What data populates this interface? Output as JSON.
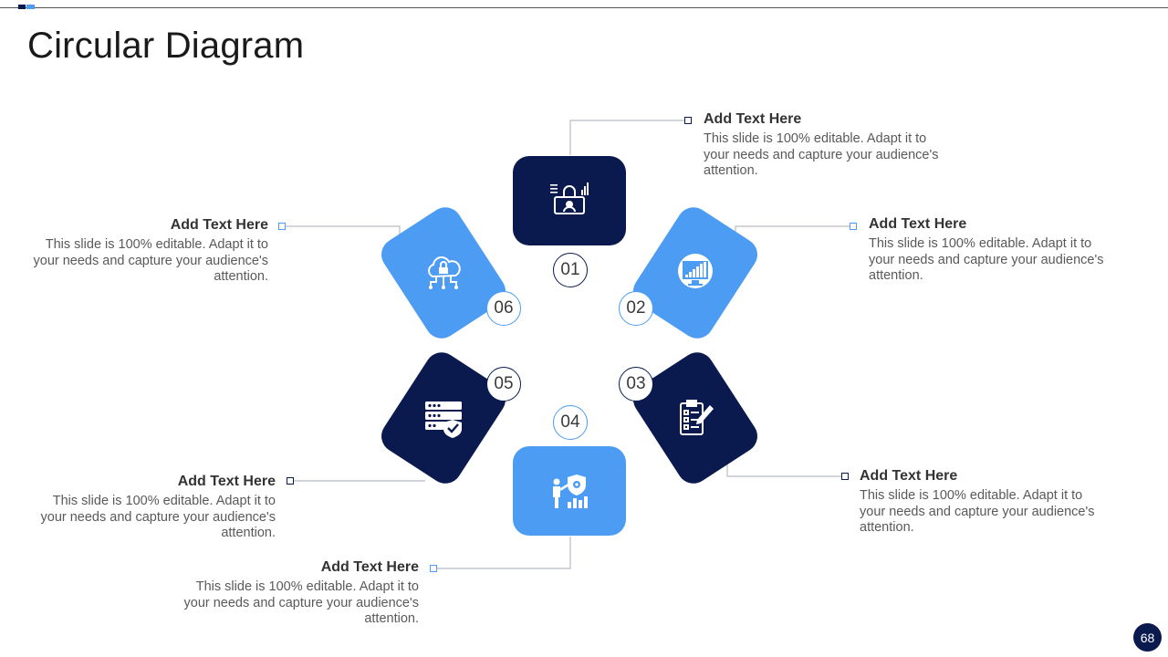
{
  "title": "Circular Diagram",
  "page_number": "68",
  "colors": {
    "dark": "#0a1a4f",
    "light": "#4d9cf3"
  },
  "steps": [
    {
      "number": "01",
      "icon": "secure-screen-icon",
      "heading": "Add Text Here",
      "body": "This slide is 100% editable. Adapt it to your needs and capture your audience's attention."
    },
    {
      "number": "02",
      "icon": "monitor-graph-icon",
      "heading": "Add Text Here",
      "body": "This slide is 100% editable. Adapt it to your needs and capture your audience's attention."
    },
    {
      "number": "03",
      "icon": "clipboard-checklist-icon",
      "heading": "Add Text Here",
      "body": "This slide is 100% editable. Adapt it to your needs and capture your audience's attention."
    },
    {
      "number": "04",
      "icon": "person-shield-chart-icon",
      "heading": "Add Text Here",
      "body": "This slide is 100% editable. Adapt it to your needs and capture your audience's attention."
    },
    {
      "number": "05",
      "icon": "server-shield-icon",
      "heading": "Add Text Here",
      "body": "This slide is 100% editable. Adapt it to your needs and capture your audience's attention."
    },
    {
      "number": "06",
      "icon": "cloud-lock-icon",
      "heading": "Add Text Here",
      "body": "This slide is 100% editable. Adapt it to your needs and capture your audience's attention."
    }
  ]
}
